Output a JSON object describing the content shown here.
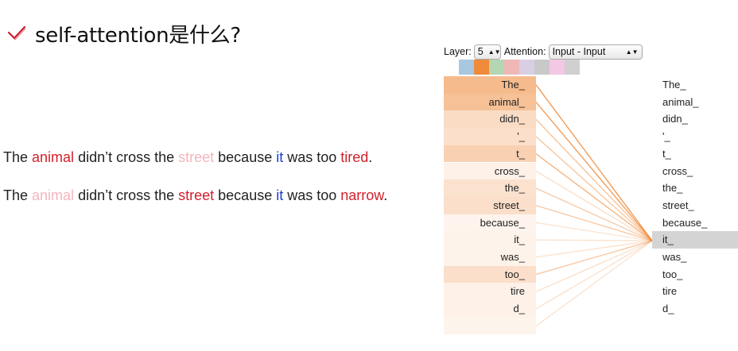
{
  "title": "self-attention是什么?",
  "title_icon": "checkmark-icon",
  "sentences": [
    [
      {
        "text": "The ",
        "color": "plain"
      },
      {
        "text": "animal",
        "color": "red"
      },
      {
        "text": " didn’t cross the ",
        "color": "plain"
      },
      {
        "text": "street",
        "color": "pink"
      },
      {
        "text": " because ",
        "color": "plain"
      },
      {
        "text": "it",
        "color": "blue"
      },
      {
        "text": " was too ",
        "color": "plain"
      },
      {
        "text": "tired",
        "color": "red"
      },
      {
        "text": ".",
        "color": "plain"
      }
    ],
    [
      {
        "text": "The ",
        "color": "plain"
      },
      {
        "text": "animal",
        "color": "pink"
      },
      {
        "text": " didn’t cross the ",
        "color": "plain"
      },
      {
        "text": "street",
        "color": "red"
      },
      {
        "text": " because ",
        "color": "plain"
      },
      {
        "text": "it",
        "color": "blue"
      },
      {
        "text": " was too ",
        "color": "plain"
      },
      {
        "text": "narrow",
        "color": "red"
      },
      {
        "text": ".",
        "color": "plain"
      }
    ]
  ],
  "controls": {
    "layer_label": "Layer:",
    "layer_value": "5",
    "attention_label": "Attention:",
    "attention_value": "Input - Input"
  },
  "head_colors": [
    "#aac7e0",
    "#ef8a3a",
    "#b4d6b2",
    "#f0b7b7",
    "#d9cfe3",
    "#c9c9c9",
    "#f2c8e4",
    "#d0d0d0"
  ],
  "selected_head": 1,
  "tokens": [
    "The_",
    "animal_",
    "didn_",
    "'_",
    "t_",
    "cross_",
    "the_",
    "street_",
    "because_",
    "it_",
    "was_",
    "too_",
    "tire",
    "d_",
    ""
  ],
  "right_tokens": [
    "The_",
    "animal_",
    "didn_",
    "'_",
    "t_",
    "cross_",
    "the_",
    "street_",
    "because_",
    "it_",
    "was_",
    "too_",
    "tire",
    "d_"
  ],
  "query_token_index": 9,
  "attention_weights": [
    0.55,
    0.5,
    0.25,
    0.22,
    0.35,
    0.06,
    0.2,
    0.22,
    0.03,
    0.05,
    0.05,
    0.22,
    0.06,
    0.06,
    0.04
  ]
}
